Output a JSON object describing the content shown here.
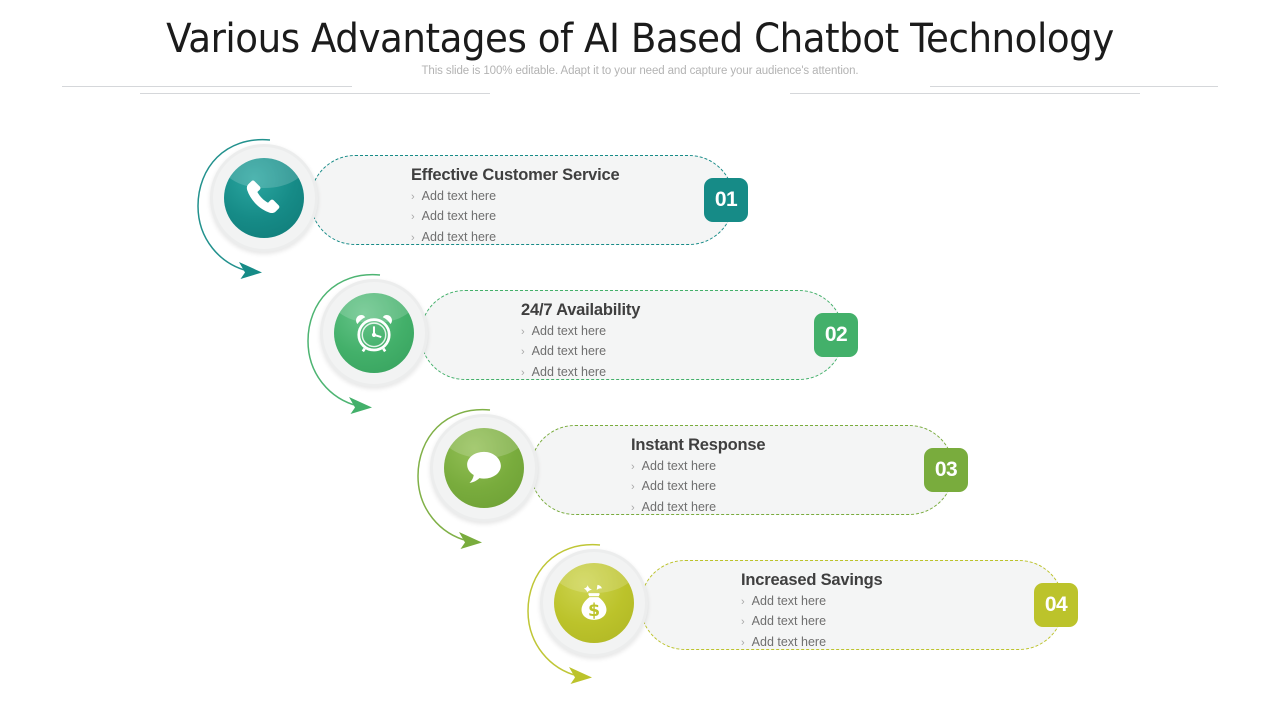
{
  "header": {
    "title": "Various Advantages of AI Based Chatbot Technology",
    "subtitle": "This slide is 100% editable. Adapt it to your need and capture your audience's attention."
  },
  "bullet_glyph": "›",
  "rows": [
    {
      "number": "01",
      "title": "Effective Customer Service",
      "icon": "phone-icon",
      "color": "#168b87",
      "color_dark": "#0f7a77",
      "color_light": "#2ba6a0",
      "bullets": [
        "Add text here",
        "Add text here",
        "Add text here"
      ]
    },
    {
      "number": "02",
      "title": "24/7 Availability",
      "icon": "alarm-clock-icon",
      "color": "#43b06a",
      "color_dark": "#35a05c",
      "color_light": "#66c489",
      "bullets": [
        "Add text here",
        "Add text here",
        "Add text here"
      ]
    },
    {
      "number": "03",
      "title": "Instant Response",
      "icon": "speech-bubble-icon",
      "color": "#79ac3d",
      "color_dark": "#6b9e34",
      "color_light": "#94c057",
      "bullets": [
        "Add text here",
        "Add text here",
        "Add text here"
      ]
    },
    {
      "number": "04",
      "title": "Increased Savings",
      "icon": "money-bag-icon",
      "color": "#bcc32b",
      "color_dark": "#aeb523",
      "color_light": "#cdd451",
      "bullets": [
        "Add text here",
        "Add text here",
        "Add text here"
      ]
    }
  ]
}
